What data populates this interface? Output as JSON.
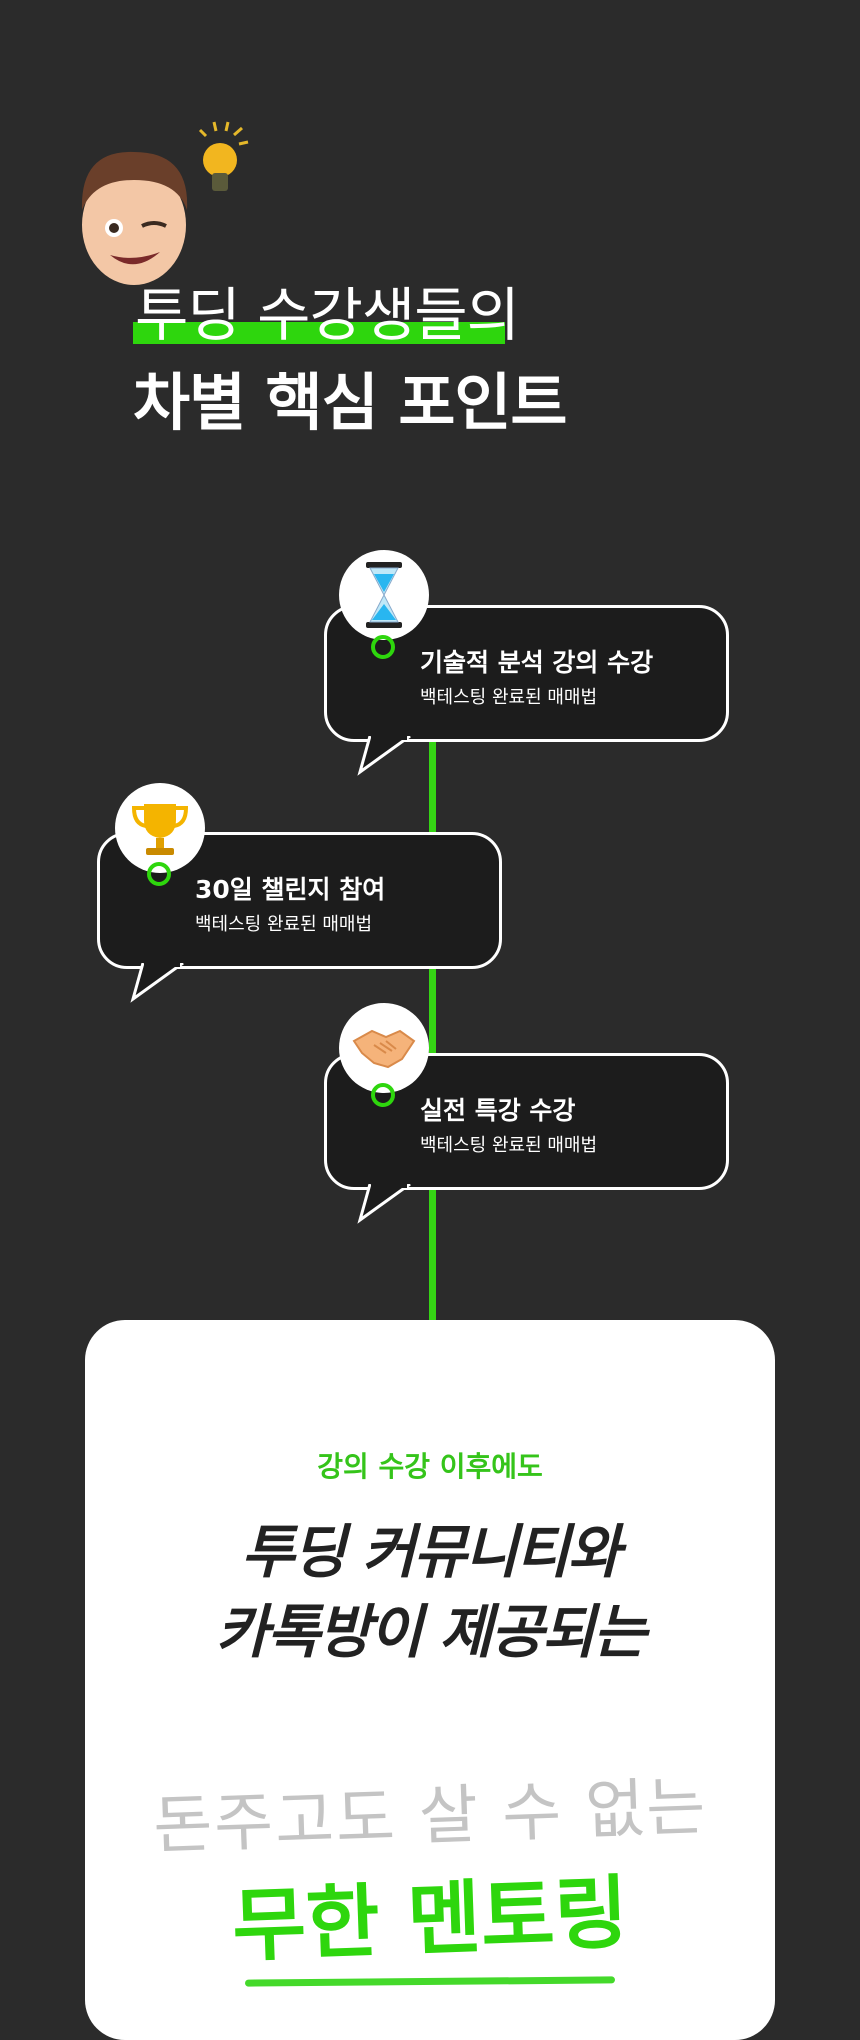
{
  "header": {
    "line1": "투딩 수강생들의",
    "line2": "차별 핵심 포인트"
  },
  "timeline": [
    {
      "icon": "hourglass-icon",
      "title": "기술적 분석 강의 수강",
      "subtitle": "백테스팅 완료된 매매법"
    },
    {
      "icon": "trophy-icon",
      "title": "30일 챌린지 참여",
      "subtitle": "백테스팅 완료된 매매법"
    },
    {
      "icon": "handshake-icon",
      "title": "실전 특강 수강",
      "subtitle": "백테스팅 완료된 매매법"
    }
  ],
  "panel": {
    "eyebrow": "강의 수강 이후에도",
    "headline1": "투딩 커뮤니티와",
    "headline2": "카톡방이 제공되는",
    "hand1": "돈주고도 살 수 없는",
    "hand2": "무한 멘토링"
  },
  "colors": {
    "accent": "#2ed60d",
    "background": "#2b2b2b",
    "card": "#1c1c1c"
  }
}
